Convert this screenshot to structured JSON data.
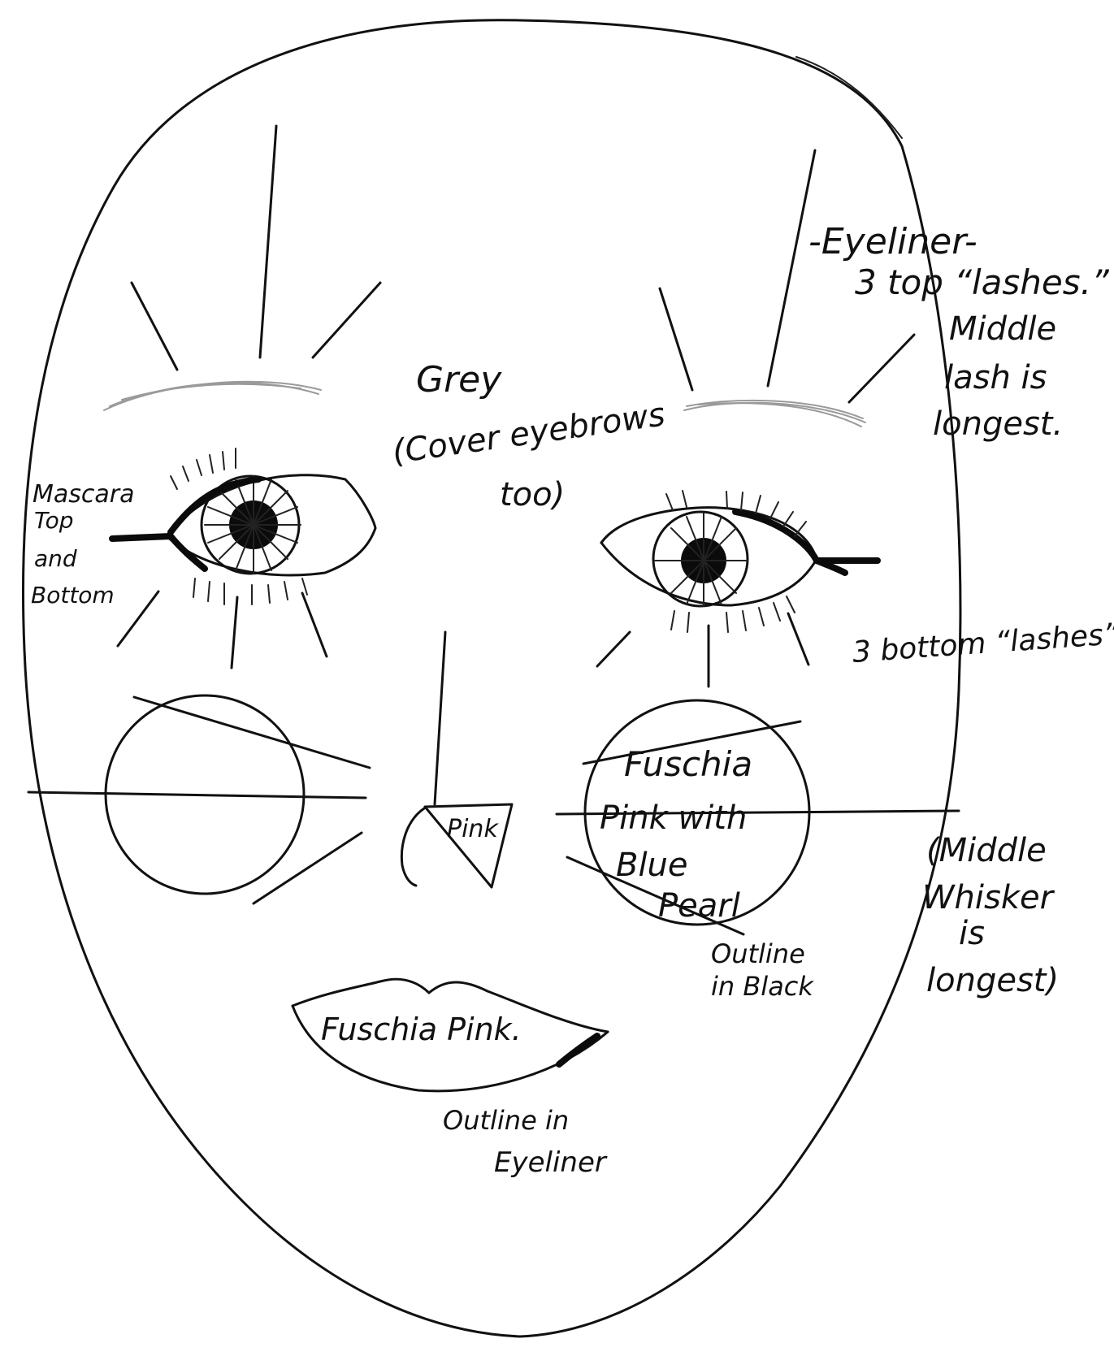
{
  "annotations": {
    "eyeliner_title": "-Eyeliner-",
    "top_lashes": "3 top “lashes.”",
    "middle_lash_1": "Middle",
    "middle_lash_2": "lash is",
    "middle_lash_3": "longest.",
    "grey": "Grey",
    "cover_eyebrows_1": "(Cover eyebrows",
    "cover_eyebrows_2": "too)",
    "mascara_1": "Mascara",
    "mascara_2": "Top",
    "mascara_3": "and",
    "mascara_4": "Bottom",
    "bottom_lashes": "3 bottom “lashes”",
    "nose": "Pink",
    "cheek_1": "Fuschia",
    "cheek_2": "Pink with",
    "cheek_3": "Blue",
    "cheek_4": "Pearl",
    "outline_black_1": "Outline",
    "outline_black_2": "in Black",
    "whisker_1": "(Middle",
    "whisker_2": "Whisker",
    "whisker_3": "is",
    "whisker_4": "longest)",
    "lips": "Fuschia Pink.",
    "outline_eyeliner_1": "Outline in",
    "outline_eyeliner_2": "Eyeliner"
  },
  "colors": {
    "ink": "#111111",
    "eyebrow_pencil": "#9a9a9a",
    "paper": "#ffffff"
  }
}
